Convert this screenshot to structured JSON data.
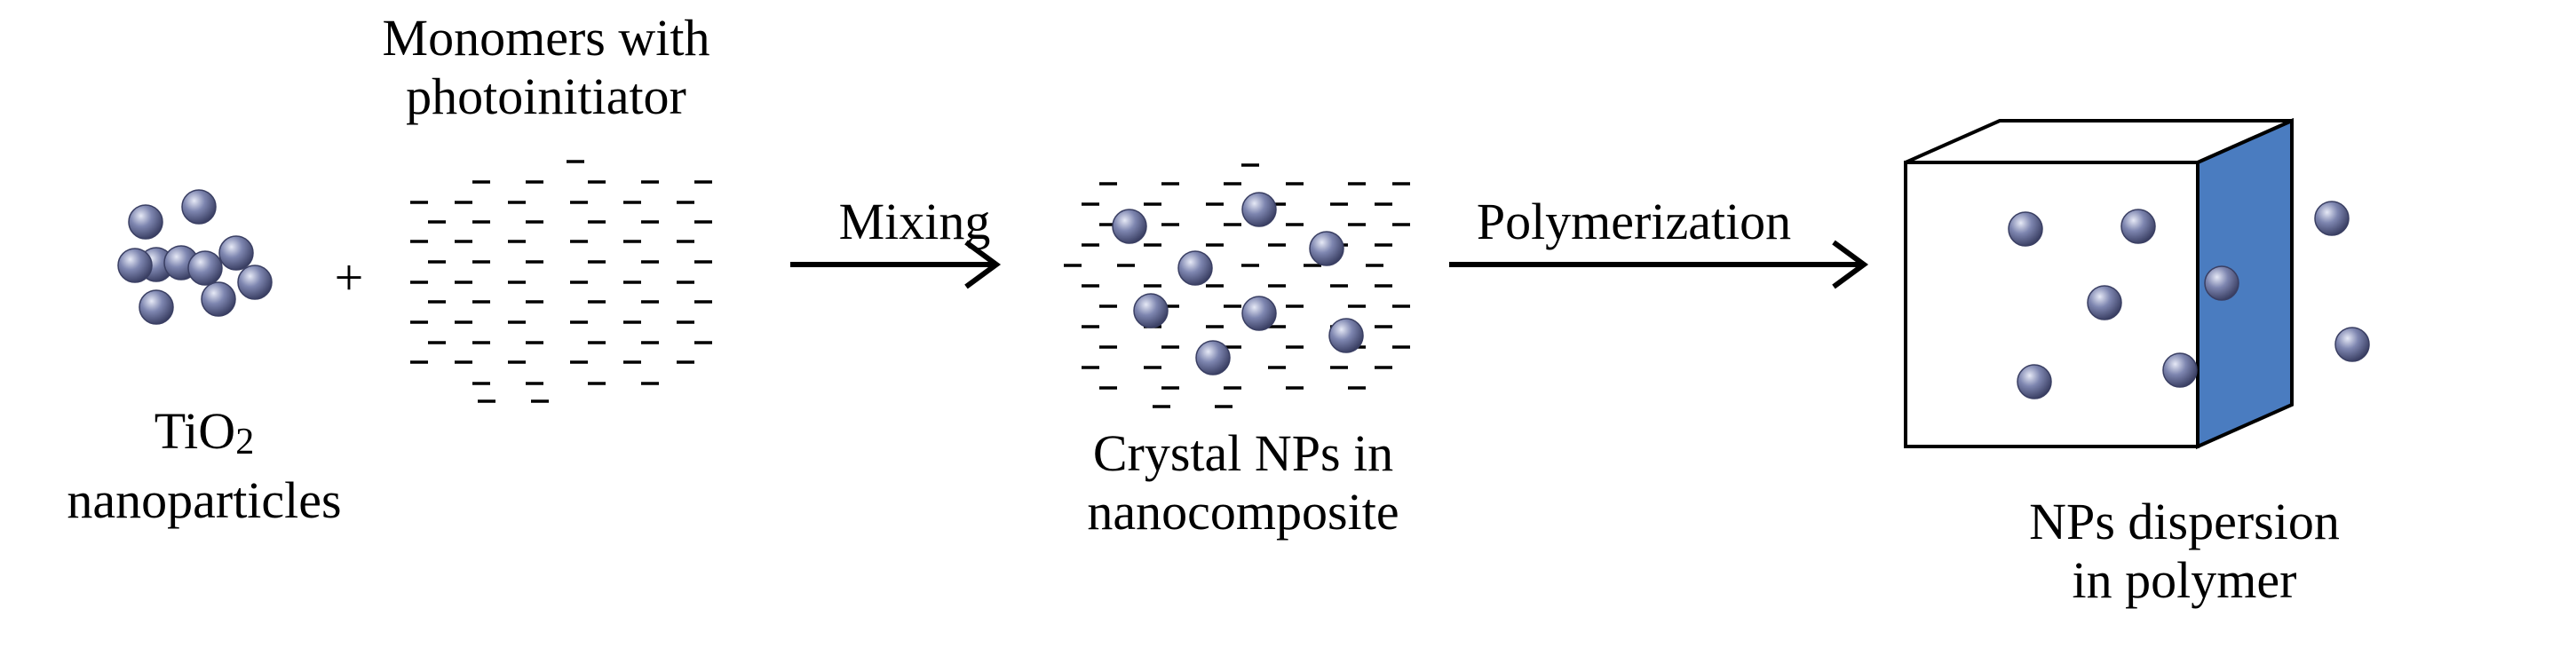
{
  "labels": {
    "tio2_line1": "TiO",
    "tio2_sub": "2",
    "tio2_line2": "nanoparticles",
    "monomers_line1": "Monomers with",
    "monomers_line2": "photoinitiator",
    "plus": "+",
    "mixing": "Mixing",
    "polymerization": "Polymerization",
    "crystal_line1": "Crystal NPs in",
    "crystal_line2": "nanocomposite",
    "dispersion_line1": "NPs dispersion",
    "dispersion_line2": "in polymer"
  },
  "colors": {
    "particle_fill": "#7e86b0",
    "particle_highlight": "#e6e9f6",
    "particle_edge": "#3a3f63",
    "box_side": "#4a7cc0",
    "box_stroke": "#000000",
    "arrow": "#000000"
  },
  "icons": {
    "particle": "sphere-nanoparticle",
    "monomer": "dash-monomer",
    "arrow": "right-arrow",
    "polymer_block": "3d-box"
  }
}
